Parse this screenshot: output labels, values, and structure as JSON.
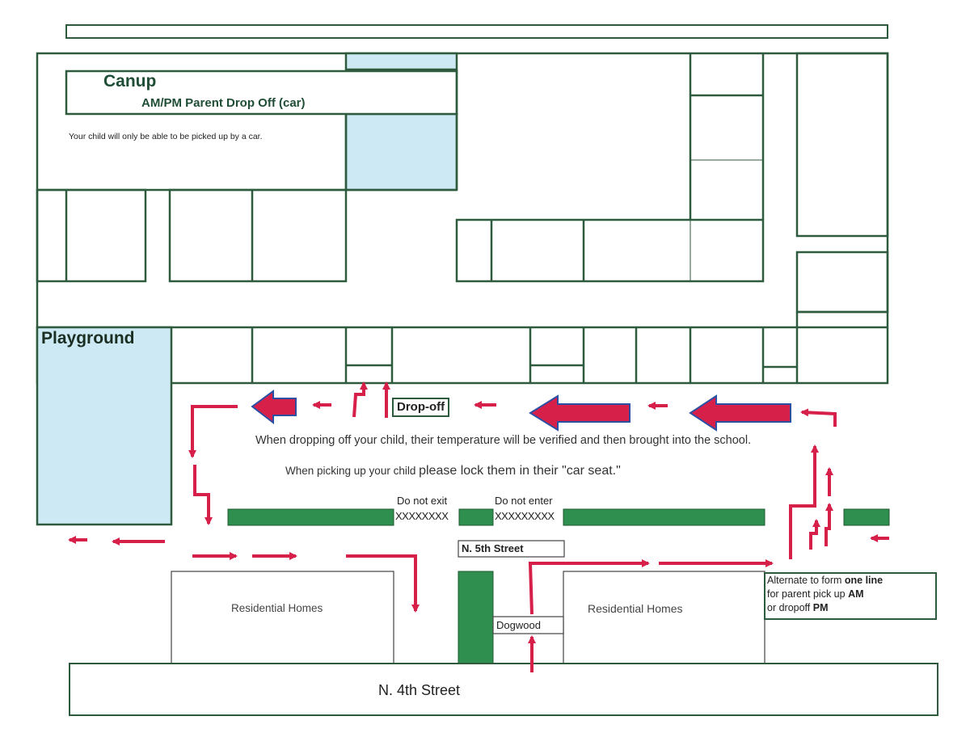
{
  "title": "Canup",
  "subtitle": "AM/PM Parent Drop Off (car)",
  "notice": "Your child will only be able to be picked up by a car.",
  "playground": "Playground",
  "dropoff_label": "Drop-off",
  "instruction_dropoff": "When dropping off your child, their temperature will be verified and then brought into the school.",
  "instruction_pickup_prefix": "When picking up your child ",
  "instruction_pickup_emph": "please lock them in their \"car seat.\"",
  "do_not_exit": "Do not exit",
  "do_not_enter": "Do not enter",
  "xmarks_left": "XXXXXXXX",
  "xmarks_right": "XXXXXXXXX",
  "street_n5": "N. 5th Street",
  "street_n4": "N. 4th Street",
  "street_dogwood": "Dogwood",
  "residential_left": "Residential Homes",
  "residential_right": "Residential Homes",
  "alternate": {
    "line1_prefix": "Alternate to form ",
    "line1_bold": "one line",
    "line2_prefix": "for parent pick up ",
    "line2_bold": "AM",
    "line3_prefix": "or dropoff ",
    "line3_bold": "PM"
  },
  "colors": {
    "building_outline": "#2e5a3e",
    "light_blue": "#cde9f4",
    "dark_green": "#2f8f4e",
    "arrow_red": "#d6204a",
    "arrow_outline": "#2c4fa3"
  }
}
